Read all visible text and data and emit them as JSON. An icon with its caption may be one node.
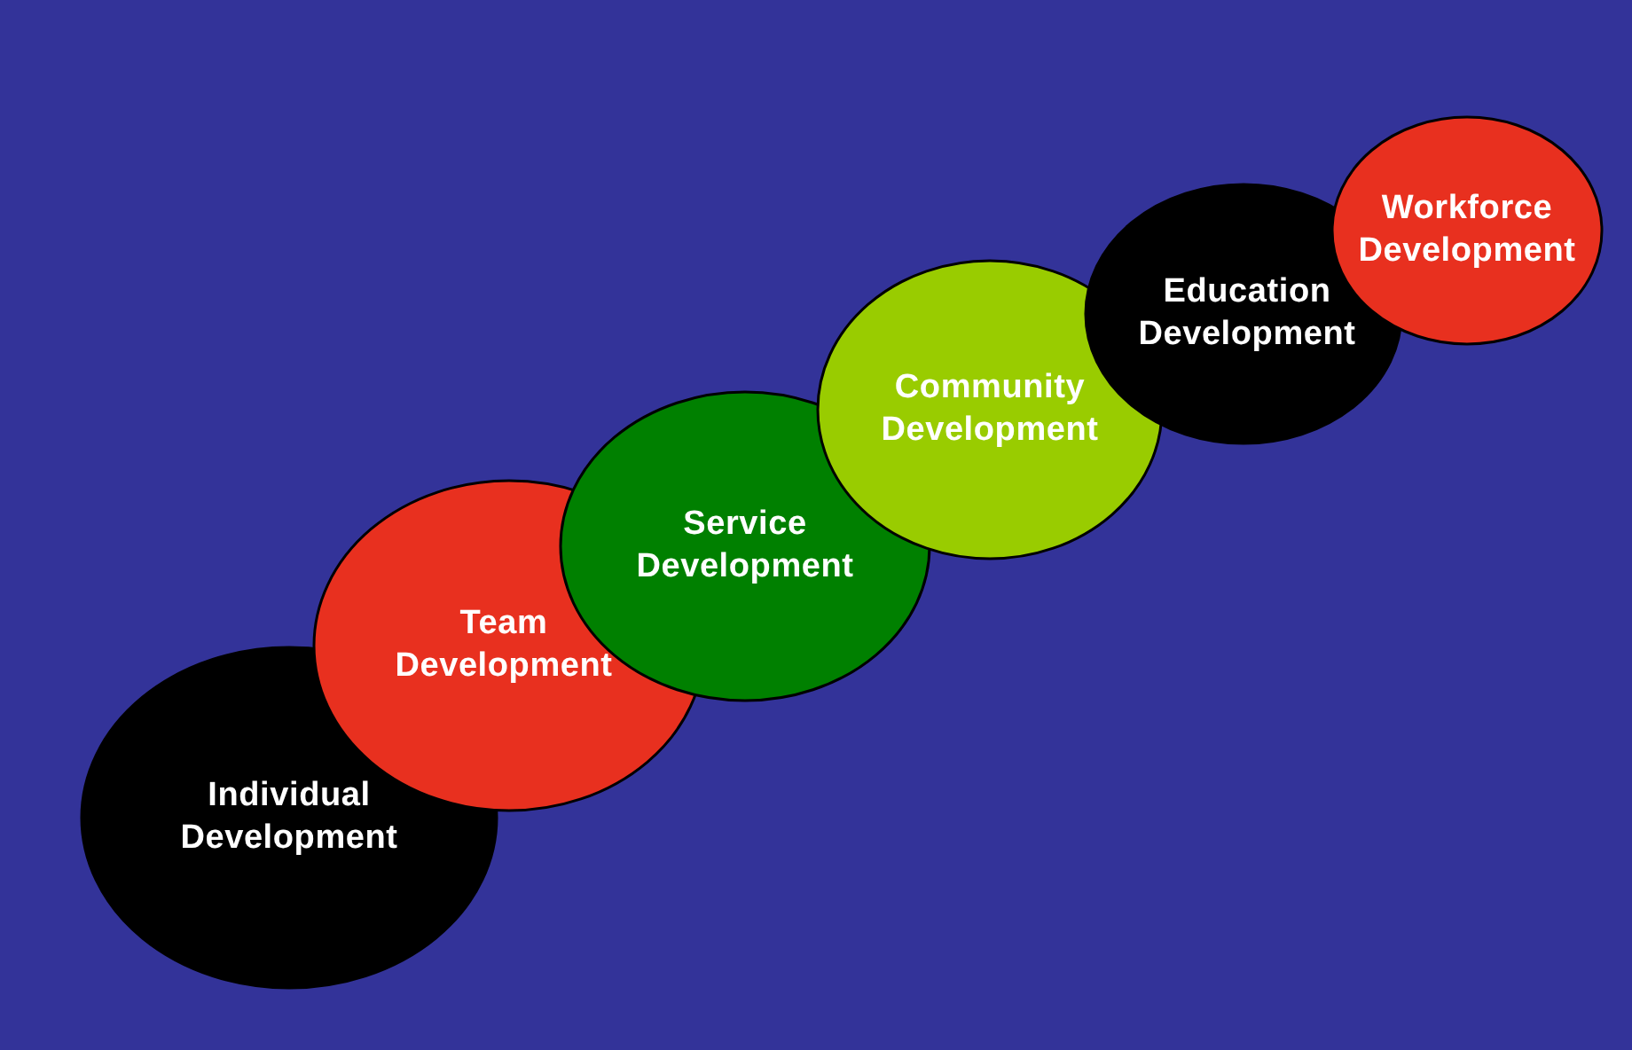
{
  "diagram": {
    "nodes": [
      {
        "text": [
          "Individual Development"
        ]
      },
      {
        "text": [
          "Team Development"
        ]
      },
      {
        "text": [
          "Service Development"
        ]
      },
      {
        "text": [
          "Community Development"
        ]
      },
      {
        "text": [
          "Education Development"
        ]
      },
      {
        "text": [
          "Workforce Development"
        ]
      }
    ]
  }
}
